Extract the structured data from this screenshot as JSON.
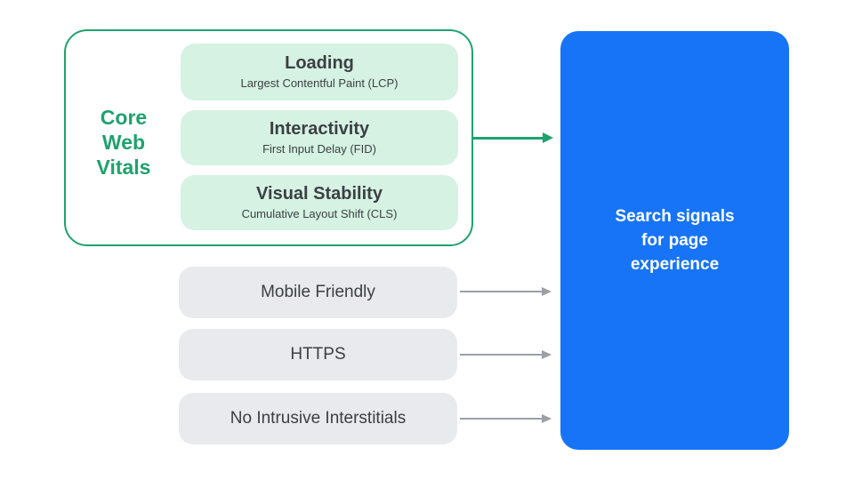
{
  "colors": {
    "green": "#1FA26E",
    "green_light": "#D5F2E3",
    "gray_box": "#E8EAED",
    "arrow_gray": "#9AA0A6",
    "blue": "#1774F6",
    "text_dark": "#3C4043",
    "text_white": "#FFFFFF"
  },
  "core_web_vitals": {
    "label_lines": [
      "Core",
      "Web",
      "Vitals"
    ],
    "items": [
      {
        "title": "Loading",
        "subtitle": "Largest Contentful Paint (LCP)"
      },
      {
        "title": "Interactivity",
        "subtitle": "First Input Delay (FID)"
      },
      {
        "title": "Visual Stability",
        "subtitle": "Cumulative Layout Shift (CLS)"
      }
    ]
  },
  "other_signals": [
    {
      "label": "Mobile Friendly"
    },
    {
      "label": "HTTPS"
    },
    {
      "label": "No Intrusive Interstitials"
    }
  ],
  "result_box": {
    "lines": [
      "Search signals",
      "for page",
      "experience"
    ]
  }
}
